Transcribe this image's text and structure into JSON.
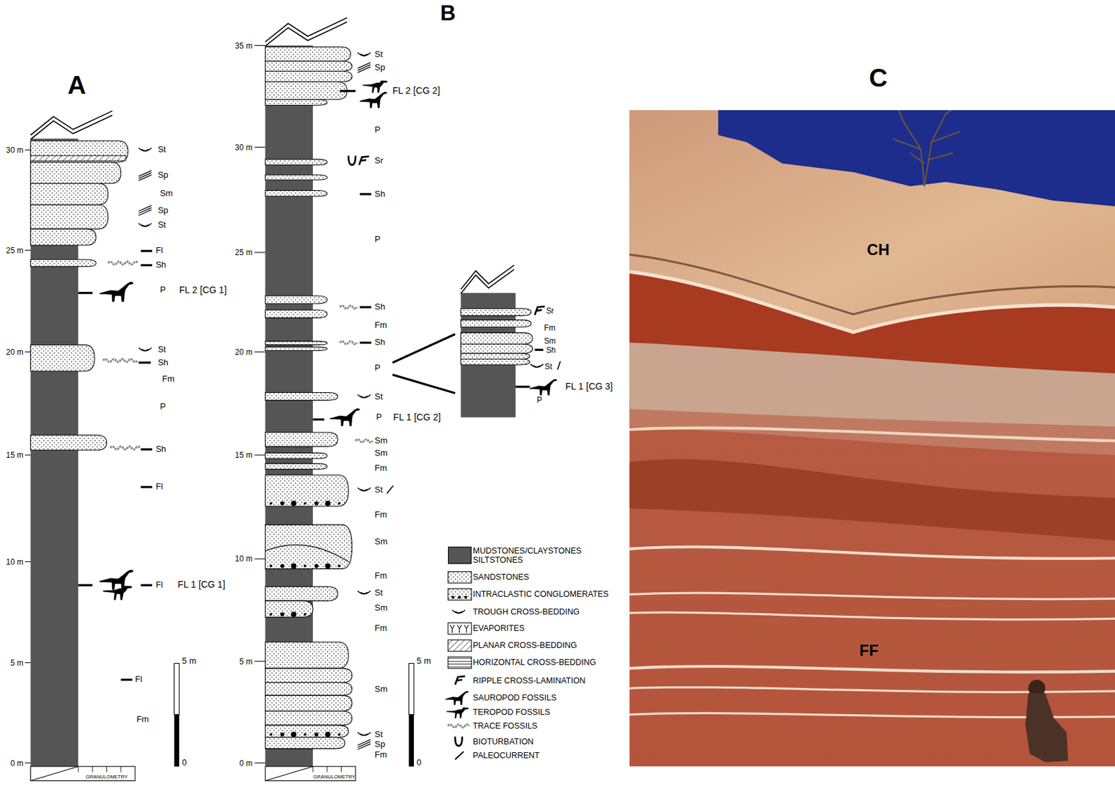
{
  "diagram": {
    "labels": [
      "A",
      "B",
      "C",
      "30 m",
      "25 m",
      "20 m",
      "15 m",
      "10 m",
      "5 m",
      "0 m",
      "35 m",
      "30 m",
      "25 m",
      "20 m",
      "15 m",
      "10 m",
      "5 m",
      "0 m",
      "St",
      "Sp",
      "Sm",
      "Sp",
      "St",
      "Fl",
      "Sh",
      "P",
      "FL 2 [CG 1]",
      "St",
      "Sh",
      "Fm",
      "P",
      "Sh",
      "Fl",
      "Fl",
      "FL 1 [CG 1]",
      "Fl",
      "Fm",
      "5 m",
      "0",
      "GRANULOMETRY",
      "St",
      "Sp",
      "FL 2 [CG 2]",
      "P",
      "Sr",
      "Sh",
      "P",
      "Sh",
      "Fm",
      "Sh",
      "P",
      "St",
      "P",
      "FL 1 [CG 2]",
      "Sm",
      "Sm",
      "Fm",
      "St",
      "Fm",
      "Sm",
      "Fm",
      "St",
      "Sm",
      "Fm",
      "Sm",
      "St",
      "Sp",
      "Fm",
      "5 m",
      "0",
      "GRANULOMETRY",
      "Sr",
      "Fm",
      "Sm",
      "Sh",
      "St",
      "FL 1 [CG 3]",
      "P",
      "CH",
      "FF"
    ],
    "legend": [
      {
        "text": "MUDSTONES/CLAYSTONES SILTSTONES",
        "color": "#555555"
      },
      {
        "text": "SANDSTONES"
      },
      {
        "text": "INTRACLASTIC CONGLOMERATES"
      },
      {
        "text": "TROUGH CROSS-BEDDING"
      },
      {
        "text": "EVAPORITES"
      },
      {
        "text": "PLANAR CROSS-BEDDING"
      },
      {
        "text": "HORIZONTAL CROSS-BEDDING"
      },
      {
        "text": "RIPPLE CROSS-LAMINATION"
      },
      {
        "text": "SAUROPOD FOSSILS"
      },
      {
        "text": "TEROPOD FOSSILS"
      },
      {
        "text": "TRACE FOSSILS"
      },
      {
        "text": "BIOTURBATION"
      },
      {
        "text": "PALEOCURRENT"
      }
    ]
  }
}
